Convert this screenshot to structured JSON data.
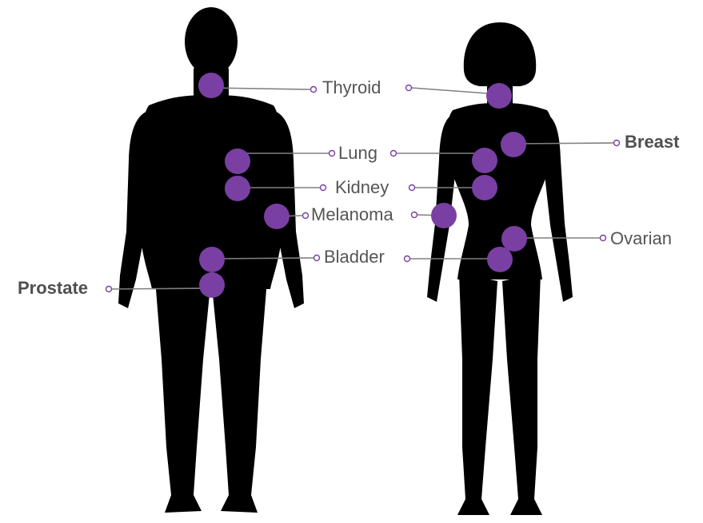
{
  "colors": {
    "silhouette": "#000000",
    "marker": "#7a3fa3",
    "leader_line": "#808080",
    "label_text": "#555555"
  },
  "labels": {
    "thyroid": "Thyroid",
    "lung": "Lung",
    "kidney": "Kidney",
    "melanoma": "Melanoma",
    "bladder": "Bladder",
    "prostate": "Prostate",
    "breast": "Breast",
    "ovarian": "Ovarian"
  }
}
